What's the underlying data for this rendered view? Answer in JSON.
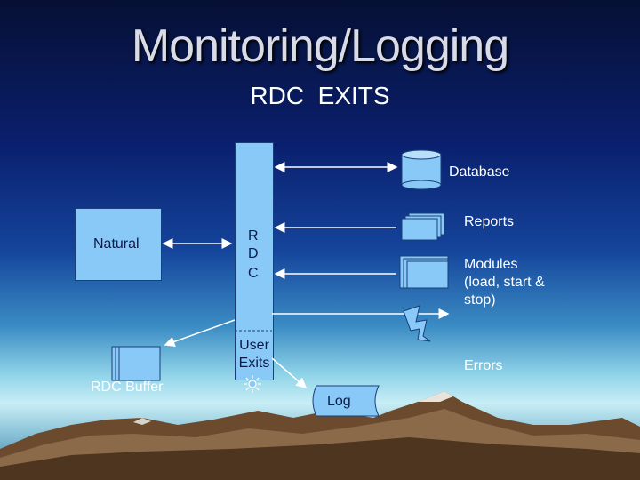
{
  "title": "Monitoring/Logging",
  "subtitle": "RDC  EXITS",
  "nodes": {
    "natural": "Natural",
    "rdc_buffer": "RDC Buffer",
    "rdc_letters": [
      "R",
      "D",
      "C"
    ],
    "user_exits": "User\nExits",
    "database": "Database",
    "reports": "Reports",
    "modules": "Modules\n(load, start &\nstop)",
    "errors": "Errors",
    "log": "Log"
  },
  "icons": [
    "database-icon",
    "reports-stack-icon",
    "modules-stack-icon",
    "lightning-icon",
    "gear-icon",
    "buffer-icon",
    "log-scroll-icon"
  ],
  "colors": {
    "box_fill": "#89c9f8",
    "line": "#ffffff",
    "title": "#d9dbe6"
  }
}
